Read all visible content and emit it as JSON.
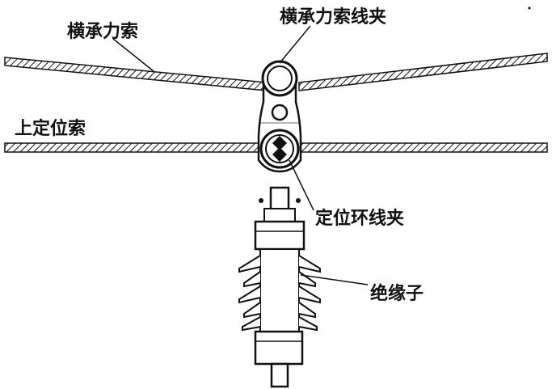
{
  "labels": {
    "cross_span_wire": "横承力索",
    "cross_span_clamp": "横承力索线夹",
    "upper_steady_wire": "上定位索",
    "steady_ring_clamp": "定位环线夹",
    "insulator": "绝缘子"
  },
  "colors": {
    "ink": "#111111",
    "background": "#ffffff"
  }
}
